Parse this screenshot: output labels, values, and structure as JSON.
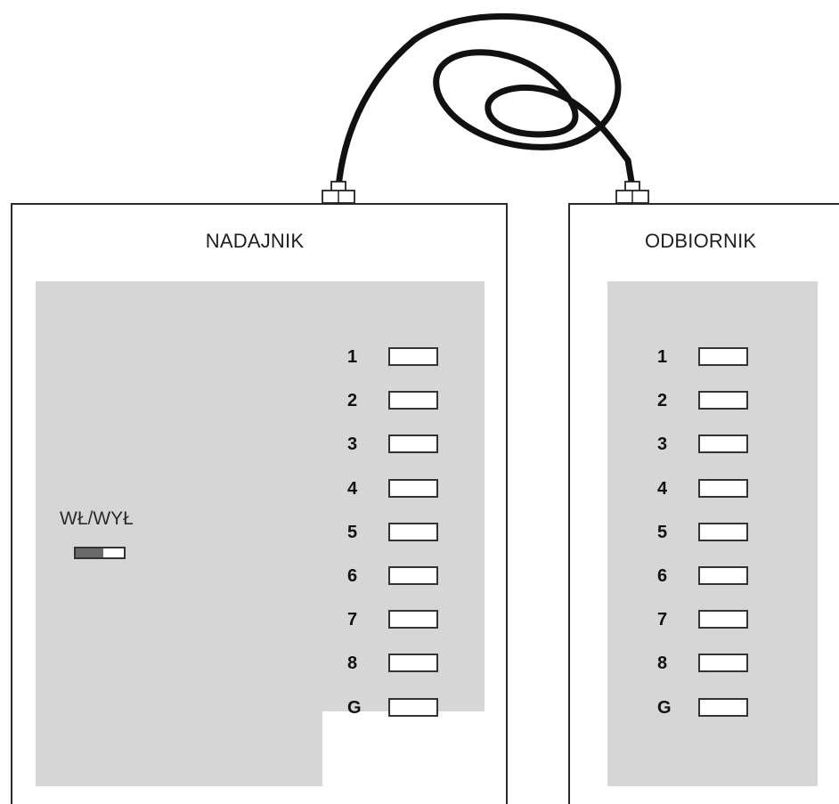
{
  "transmitter": {
    "title": "NADAJNIK",
    "led_labels": [
      "1",
      "2",
      "3",
      "4",
      "5",
      "6",
      "7",
      "8",
      "G"
    ],
    "power_switch": {
      "label": "WŁ/WYŁ",
      "state": "off"
    }
  },
  "receiver": {
    "title": "ODBIORNIK",
    "led_labels": [
      "1",
      "2",
      "3",
      "4",
      "5",
      "6",
      "7",
      "8",
      "G"
    ]
  },
  "colors": {
    "panel": "#d6d6d6",
    "outline": "#2b2b2b",
    "cable": "#111111",
    "switch_knob": "#6a6a6a"
  }
}
